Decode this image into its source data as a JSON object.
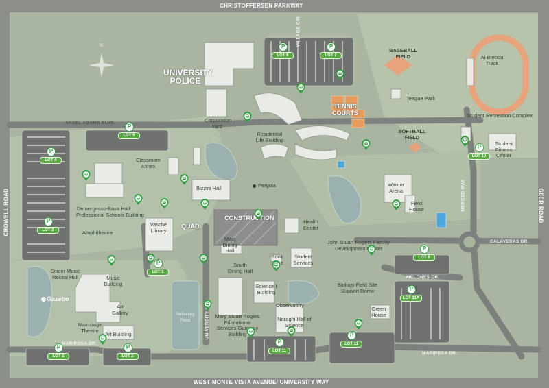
{
  "roads": {
    "top": "CHRISTOFFERSEN PARKWAY",
    "bottom": "WEST MONTE VISTA AVENUE/ UNIVERSITY WAY",
    "left": "CROWELL ROAD",
    "right": "GEER ROAD",
    "ansel": "ANSEL ADAMS BLVD.",
    "village": "VILLAGE CIR",
    "merced": "MERCED WAY",
    "calaveras": "CALAVERAS DR.",
    "melones": "MELONES DR.",
    "mariposa_left": "MARIPOSA DR.",
    "mariposa_right": "MARIPOSA DR.",
    "university_circle": "UNIVERSITY CIR."
  },
  "places": {
    "university_police": "UNIVERSITY POLICE",
    "baseball": "BASEBALL FIELD",
    "track": "Al Brenda Track",
    "teague": "Teague Park",
    "tennis": "TENNIS COURTS",
    "softball": "SOFTBALL FIELD",
    "src": "Student Recreation Complex",
    "fitness": "Student Fitness Center",
    "corp_yard": "Corporation Yard",
    "residential": "Residential Life Building",
    "classroom_annex": "Classroom Annex",
    "bizzini": "Bizzini Hall",
    "pergola": "Pergola",
    "warrior": "Warrior Arena",
    "field_house": "Field House",
    "demergasso": "Demergasso-Bava Hall",
    "professional": "Professional Schools Building",
    "amphitheatre": "Amphitheatre",
    "quad": "QUAD",
    "construction": "CONSTRUCTION",
    "health": "Health Center",
    "vasche": "Vasché Library",
    "main_dining": "Main Dining Hall",
    "south_dining": "South Dining Hall",
    "jsr_faculty": "John Stuart Rogers Faculty Development Center",
    "bookstore": "Book Store",
    "student_services": "Student Services",
    "snider": "Snider Music Recital Hall",
    "music": "Music Building",
    "gazebo": "Gazebo",
    "art_gallery": "Art Gallery",
    "mainstage": "Mainstage Theatre",
    "art_building": "Art Building",
    "reflecting": "Reflecting Pond",
    "science1": "Science I Building",
    "observatory": "Observatory",
    "biology": "Biology Field Site Support Dome",
    "greenhouse": "Green House",
    "msr": "Mary Stuart Rogers Educational Services Gateway Building",
    "naraghi": "Naraghi Hall of Science"
  },
  "lots": [
    "LOT 1",
    "LOT 2",
    "LOT 2",
    "LOT 3",
    "LOT 4",
    "LOT 5",
    "LOT 6",
    "LOT 7",
    "LOT 8",
    "LOT 10",
    "LOT 11",
    "LOT 11",
    "LOT 11A"
  ],
  "icons": {
    "parking": "P",
    "bus": "bus-stop-icon",
    "compass": "compass-rose-icon"
  },
  "colors": {
    "ground": "#9ea79d",
    "grass": "#b7c4a9",
    "parking_green": "#5aa843",
    "road_grey": "#7d7f7c",
    "track": "#e7a37b",
    "water": "#9fb5b5"
  }
}
